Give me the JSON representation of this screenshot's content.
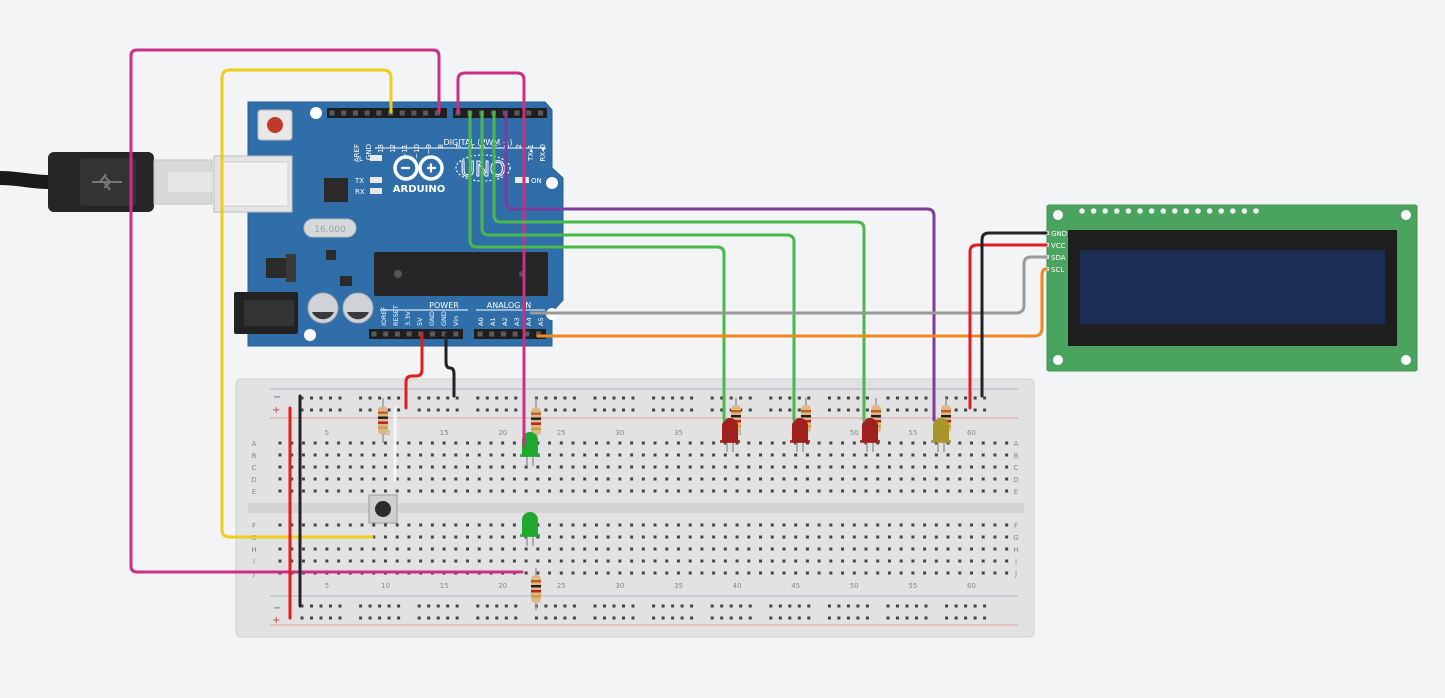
{
  "board": {
    "brand": "ARDUINO",
    "model": "UNO",
    "crystal": "16.000",
    "digital_header": "DIGITAL (PWM ~)",
    "on_label": "ON",
    "led_labels": [
      "L",
      "TX",
      "RX"
    ],
    "power_header": "POWER",
    "analog_header": "ANALOG IN",
    "top_pins": [
      "AREF",
      "GND",
      "13",
      "12",
      "~11",
      "~10",
      "~9",
      "8",
      "7",
      "~6",
      "~5",
      "4",
      "~3",
      "2",
      "TX▸1",
      "RX◂0"
    ],
    "power_pins": [
      "IOREF",
      "RESET",
      "3.3V",
      "5V",
      "GND",
      "GND",
      "Vin"
    ],
    "analog_pins": [
      "A0",
      "A1",
      "A2",
      "A3",
      "A4",
      "A5"
    ]
  },
  "lcd": {
    "pins": [
      "GND",
      "VCC",
      "SDA",
      "SCL"
    ]
  },
  "breadboard": {
    "column_numbers": [
      "5",
      "10",
      "15",
      "20",
      "25",
      "30",
      "35",
      "40",
      "45",
      "50",
      "55",
      "60"
    ],
    "rows_top": [
      "A",
      "B",
      "C",
      "D",
      "E"
    ],
    "rows_bottom": [
      "F",
      "G",
      "H",
      "I",
      "J"
    ],
    "rail_minus": "−",
    "rail_plus": "+"
  },
  "colors": {
    "board": "#2f6ea8",
    "lcd_pcb": "#4aa35e",
    "lcd_screen": "#1c2d55",
    "breadboard": "#e2e2e2",
    "wire_magenta": "#cc2f86",
    "wire_yellow": "#f0cd1c",
    "wire_green": "#4ab84a",
    "wire_purple": "#7f3a9a",
    "wire_red": "#e01e1e",
    "wire_black": "#222222",
    "wire_gray": "#9a9a9a",
    "wire_orange": "#ee8a1d",
    "led_red": "#a02020",
    "led_green": "#1ea830",
    "led_yellow": "#a8962a"
  }
}
